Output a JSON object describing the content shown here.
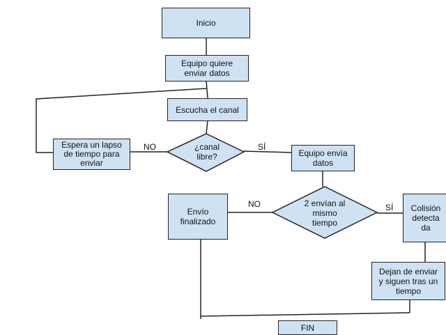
{
  "nodes": {
    "inicio": "Inicio",
    "equipo_quiere": "Equipo quiere\nenviar datos",
    "escucha": "Escucha el canal",
    "canal_libre": "¿canal\nlibre?",
    "espera": "Espera un lapso\nde tiempo para\nenviar",
    "equipo_envia": "Equipo envía\ndatos",
    "dos_envian": "2 envían al\nmismo\ntiempo",
    "envio_finalizado": "Envío\nfinalizado",
    "colision": "Colisión\ndetecta\nda",
    "dejan": "Dejan de enviar\ny siguen tras un\ntiempo",
    "fin": "FIN"
  },
  "edge_labels": {
    "no_canal": "NO",
    "si_canal": "SÍ",
    "no_dos": "NO",
    "si_dos": "SÍ"
  },
  "colors": {
    "node_fill": "#cfe2f3",
    "stroke": "#222222"
  }
}
